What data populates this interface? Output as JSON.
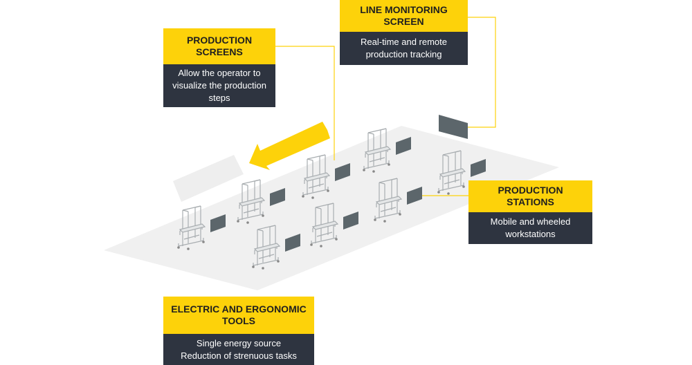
{
  "colors": {
    "accent": "#fdd20a",
    "panel": "#2e3440",
    "floor": "#f0f0f0",
    "screen": "#5c666b",
    "frame": "#a8adb0",
    "leader": "#fdd20a"
  },
  "callouts": {
    "production_screens": {
      "title": "PRODUCTION SCREENS",
      "description": "Allow the operator to visualize the production steps"
    },
    "line_monitoring": {
      "title": "LINE MONITORING SCREEN",
      "description": "Real-time and remote\nproduction tracking"
    },
    "production_stations": {
      "title": "PRODUCTION STATIONS",
      "description": "Mobile and wheeled\nworkstations"
    },
    "tools": {
      "title": "ELECTRIC AND ERGONOMIC TOOLS",
      "description": "Single energy source\nReduction of strenuous tasks"
    }
  },
  "diagram": {
    "stations_count": 8,
    "flow_direction": "left"
  }
}
